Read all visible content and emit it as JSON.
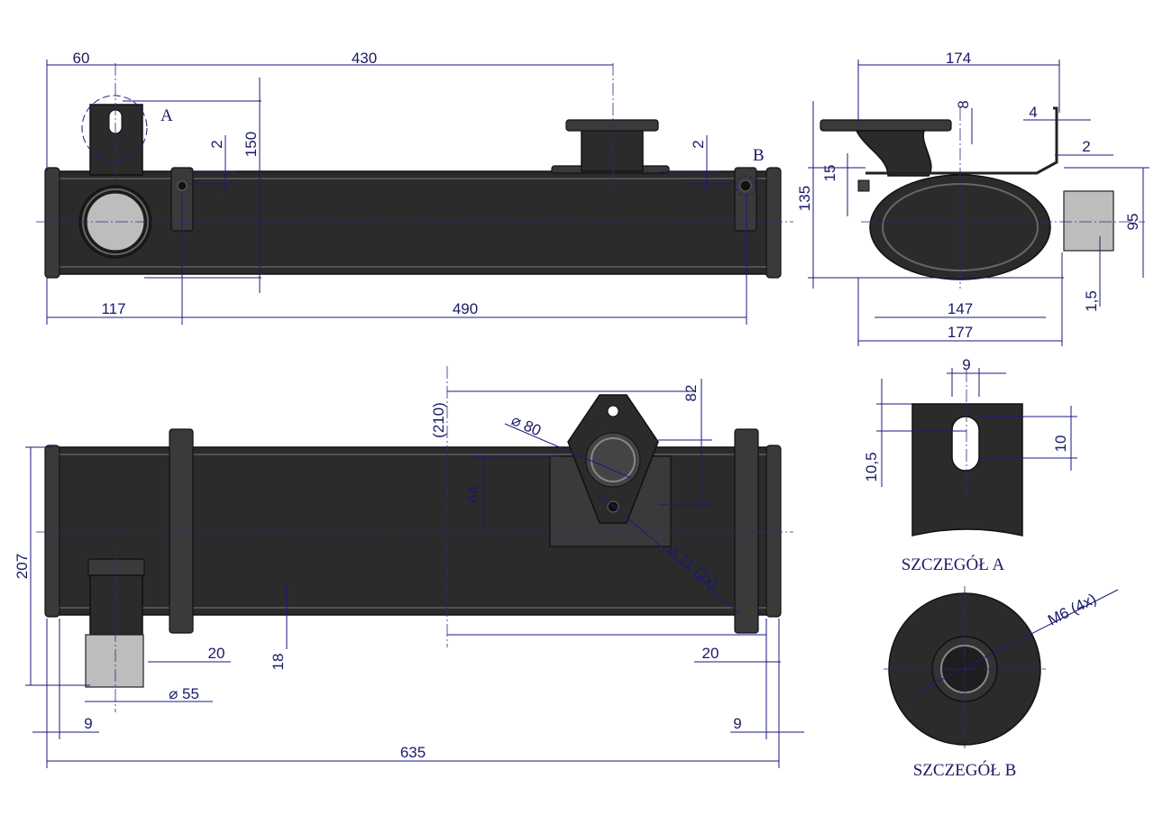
{
  "dimensions": {
    "d60": "60",
    "d430": "430",
    "d150": "150",
    "d2a": "2",
    "d2b": "2",
    "d117": "117",
    "d490": "490",
    "d174": "174",
    "d8": "8",
    "d4": "4",
    "d2c": "2",
    "d15": "15",
    "d135": "135",
    "d95": "95",
    "d147": "147",
    "d177": "177",
    "d1_5": "1,5",
    "d210": "(210)",
    "d80": "⌀ 80",
    "d82": "82",
    "d64": "64",
    "d11": "⌀ 11  (2x)",
    "d207": "207",
    "d18": "18",
    "d20a": "20",
    "d20b": "20",
    "d55": "⌀  55",
    "d9a": "9",
    "d9b": "9",
    "d635": "635",
    "d9c": "9",
    "d10": "10",
    "d10_5": "10,5",
    "dM6": "M6  (4x)"
  },
  "callouts": {
    "a": "A",
    "b": "B"
  },
  "details": {
    "a_title": "SZCZEGÓŁ A",
    "b_title": "SZCZEGÓŁ B"
  },
  "colors": {
    "part": "#2b2b2b",
    "dimension": "#1a1a80",
    "pipe": "#bdbdbd"
  }
}
